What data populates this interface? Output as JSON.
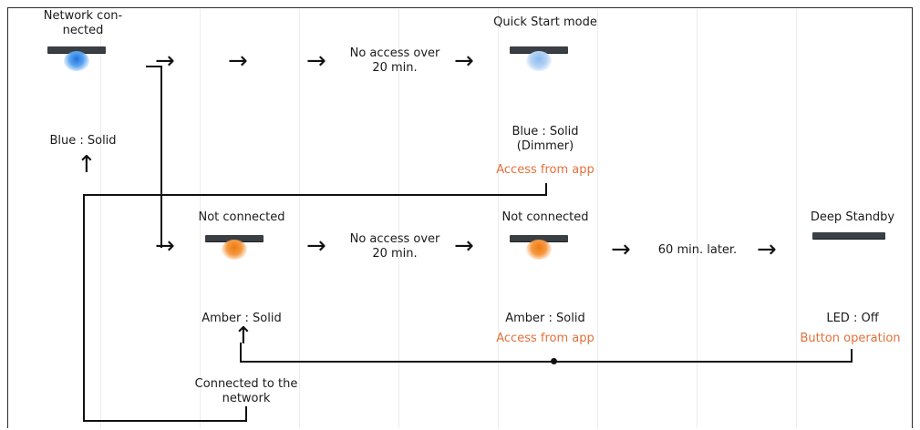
{
  "colors": {
    "accent": "#e2703a",
    "blue_led": "#1f73e0",
    "blue_dim_led": "#8cbcf0",
    "amber_led": "#f07a10",
    "device_body": "#3a3f45"
  },
  "nodes": {
    "network_connected": {
      "title": "Network con-\nnected",
      "led": "Blue : Solid",
      "icon": "device-led-blue-icon"
    },
    "quick_start": {
      "title": "Quick Start mode",
      "led": "Blue : Solid\n(Dimmer)",
      "action": "Access from app",
      "icon": "device-led-blue-dim-icon"
    },
    "not_connected_1": {
      "title": "Not connected",
      "led": "Amber : Solid",
      "icon": "device-led-amber-icon"
    },
    "not_connected_2": {
      "title": "Not connected",
      "led": "Amber : Solid",
      "action": "Access from app",
      "icon": "device-led-amber-icon"
    },
    "deep_standby": {
      "title": "Deep Standby",
      "led": "LED : Off",
      "action": "Button operation",
      "icon": "device-led-off-icon"
    }
  },
  "transitions": {
    "no_access_top": "No access over\n20 min.",
    "no_access_bottom": "No access over\n20 min.",
    "sixty_min": "60 min. later.",
    "connected_to_network": "Connected to the\nnetwork"
  },
  "arrow_glyphs": {
    "right": "→",
    "up": "↑"
  }
}
